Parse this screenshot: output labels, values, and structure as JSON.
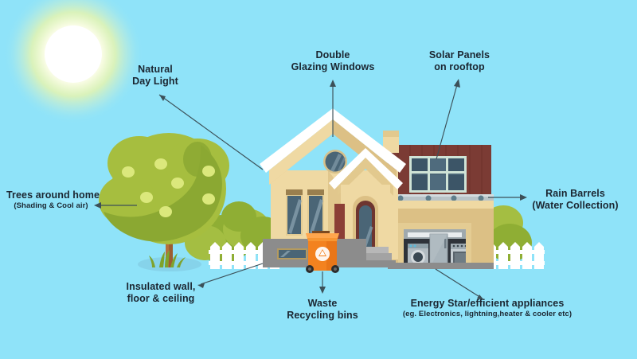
{
  "scene": {
    "title": "Energy Efficient Eco Home Infographic",
    "sky_color": "#8FE3F9",
    "sun_color": "#FFFFFF",
    "sun_glow_color": "#F3F7A8",
    "wall_color": "#EFD9A3",
    "wall_shadow_color": "#DCC085",
    "roof_white_color": "#FFFFFF",
    "roof_red_color": "#7B3B34",
    "window_glass_color": "#4A6576",
    "foundation_color": "#8C8C8C",
    "tree_color": "#A6BE3F",
    "bush_color": "#8FAE34",
    "bin_color": "#F3821F",
    "fence_color": "#FFFFFF",
    "arrow_color": "#3C5058",
    "label_text_color": "#1B2631"
  },
  "labels": [
    {
      "id": "natural-day-light",
      "line1": "Natural",
      "line2": "Day Light",
      "sub": "",
      "align": "center"
    },
    {
      "id": "double-glazing-windows",
      "line1": "Double",
      "line2": "Glazing Windows",
      "sub": "",
      "align": "center"
    },
    {
      "id": "solar-panels",
      "line1": "Solar Panels",
      "line2": "on rooftop",
      "sub": "",
      "align": "center"
    },
    {
      "id": "trees-around-home",
      "line1": "Trees around home",
      "line2": "",
      "sub": "(Shading & Cool air)",
      "align": "center"
    },
    {
      "id": "rain-barrels",
      "line1": "Rain Barrels",
      "line2": "(Water Collection)",
      "sub": "",
      "align": "center"
    },
    {
      "id": "insulated-wall",
      "line1": "Insulated wall,",
      "line2": "floor & ceiling",
      "sub": "",
      "align": "center"
    },
    {
      "id": "waste-recycling-bins",
      "line1": "Waste",
      "line2": "Recycling bins",
      "sub": "",
      "align": "center"
    },
    {
      "id": "energy-star-appliances",
      "line1": "Energy Star/efficient appliances",
      "line2": "",
      "sub": "(eg. Electronics, lightning,heater & cooler etc)",
      "align": "center"
    }
  ]
}
